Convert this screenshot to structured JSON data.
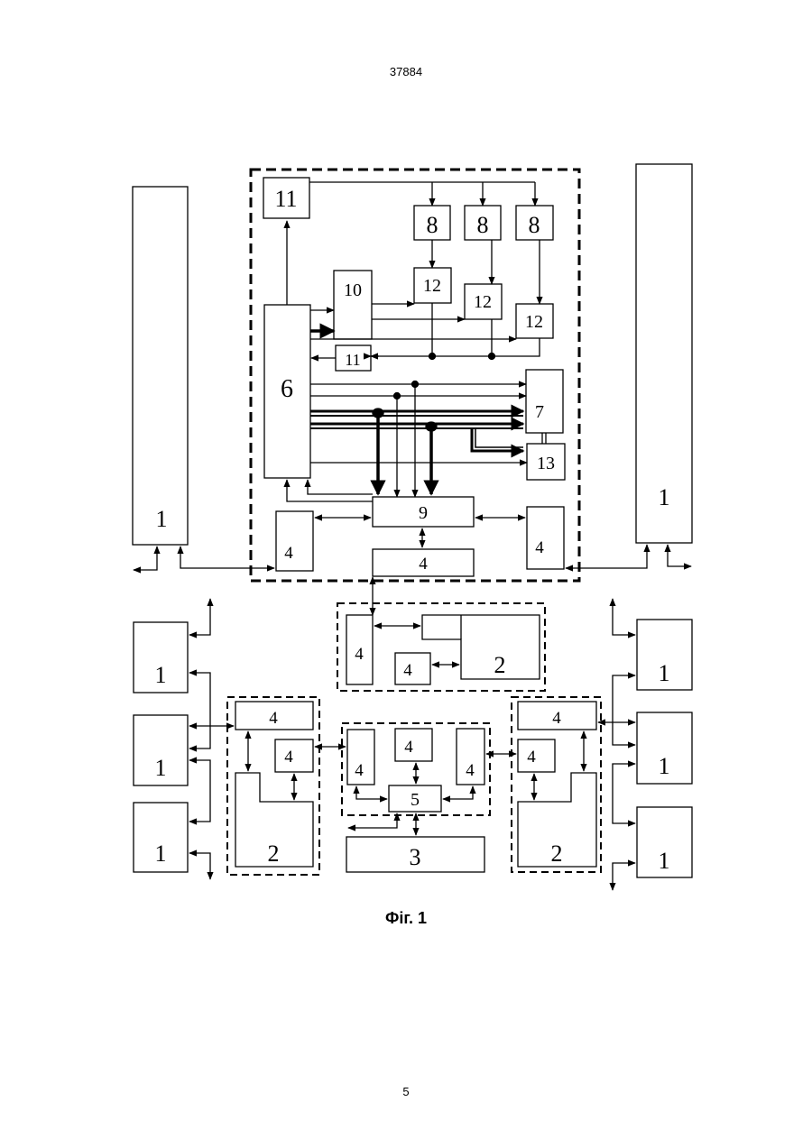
{
  "header": {
    "doc_number": "37884"
  },
  "figure": {
    "caption": "Фіг. 1"
  },
  "footer": {
    "page_number": "5"
  },
  "blocks": {
    "b1": "1",
    "b2": "2",
    "b3": "3",
    "b4": "4",
    "b5": "5",
    "b6": "6",
    "b7": "7",
    "b8": "8",
    "b9": "9",
    "b10": "10",
    "b11": "11",
    "b12": "12",
    "b13": "13"
  }
}
